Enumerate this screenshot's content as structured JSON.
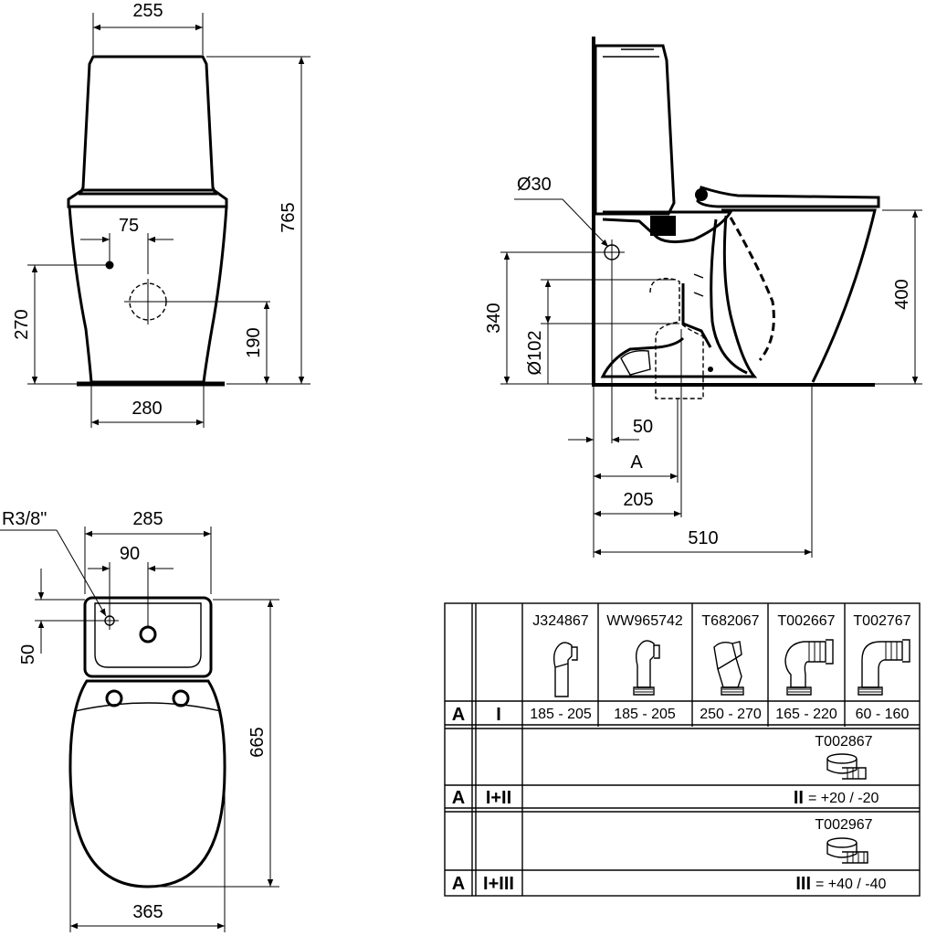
{
  "front_view": {
    "width_top": "255",
    "height_total": "765",
    "inlet_offset": "75",
    "inlet_height": "270",
    "outlet_height": "190",
    "width_base": "280"
  },
  "side_view": {
    "diameter_inlet": "Ø30",
    "inlet_height": "340",
    "diameter_outlet": "Ø102",
    "rim_height": "400",
    "dim_50": "50",
    "dim_a": "A",
    "dim_205": "205",
    "depth": "510"
  },
  "top_view": {
    "thread": "R3/8\"",
    "width_tank": "285",
    "inlet_spacing": "90",
    "inlet_offset": "50",
    "length": "665",
    "width_seat": "365"
  },
  "table": {
    "codes": [
      "J324867",
      "WW965742",
      "T682067",
      "T002667",
      "T002767"
    ],
    "row1": {
      "a": "A",
      "b": "I",
      "ranges": [
        "185 - 205",
        "185 - 205",
        "250 - 270",
        "165 - 220",
        "60 - 160"
      ]
    },
    "row2": {
      "code": "T002867",
      "a": "A",
      "b": "I+II",
      "roman": "II",
      "adj": "= +20 / -20"
    },
    "row3": {
      "code": "T002967",
      "a": "A",
      "b": "I+III",
      "roman": "III",
      "adj": "= +40 / -40"
    }
  }
}
